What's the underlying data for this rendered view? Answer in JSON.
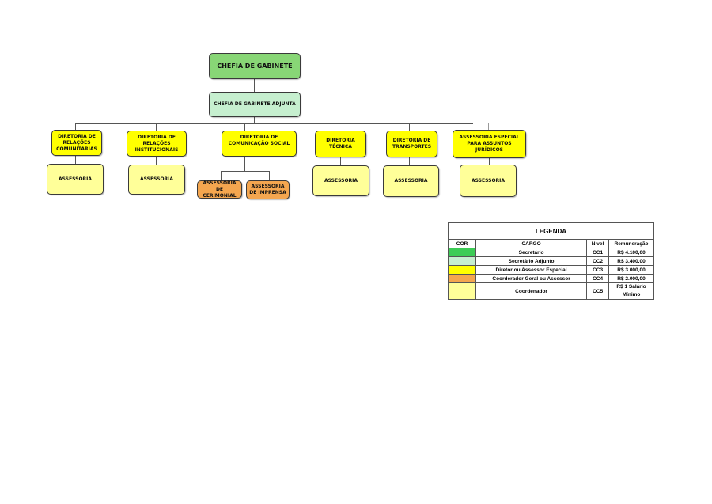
{
  "chart": {
    "chefia": "CHEFIA DE GABINETE",
    "adjunta": "CHEFIA DE GABINETE ADJUNTA",
    "diretorias": [
      {
        "label": "DIRETORIA DE RELAÇÕES COMUNITÁRIAS",
        "sub": "ASSESSORIA"
      },
      {
        "label": "DIRETORIA DE RELAÇÕES INSTITUCIONAIS",
        "sub": "ASSESSORIA"
      },
      {
        "label": "DIRETORIA DE COMUNICAÇÃO SOCIAL",
        "sub1": "ASSESSORIA DE CERIMONIAL",
        "sub2": "ASSESSORIA DE IMPRENSA"
      },
      {
        "label": "DIRETORIA TÉCNICA",
        "sub": "ASSESSORIA"
      },
      {
        "label": "DIRETORIA DE TRANSPORTES",
        "sub": "ASSESSORIA"
      },
      {
        "label": "ASSESSORIA ESPECIAL PARA ASSUNTOS JURÍDICOS",
        "sub": "ASSESSORIA"
      }
    ]
  },
  "legend": {
    "title": "LEGENDA",
    "headers": [
      "COR",
      "CARGO",
      "Nivel",
      "Remuneração"
    ],
    "rows": [
      {
        "color": "#3dcc56",
        "cargo": "Secretário",
        "nivel": "CC1",
        "rem": "R$ 4.100,00"
      },
      {
        "color": "#c6efcf",
        "cargo": "Secretário Adjunto",
        "nivel": "CC2",
        "rem": "R$ 3.400,00"
      },
      {
        "color": "#ffff00",
        "cargo": "Diretor ou Assessor Especial",
        "nivel": "CC3",
        "rem": "R$ 3.000,00"
      },
      {
        "color": "#f4a64f",
        "cargo": "Coorderador Geral ou Assessor",
        "nivel": "CC4",
        "rem": "R$ 2.000,00"
      },
      {
        "color": "#ffff99",
        "cargo": "Coordenador",
        "nivel": "CC5",
        "rem": "R$ 1 Salário Mínimo"
      }
    ]
  }
}
